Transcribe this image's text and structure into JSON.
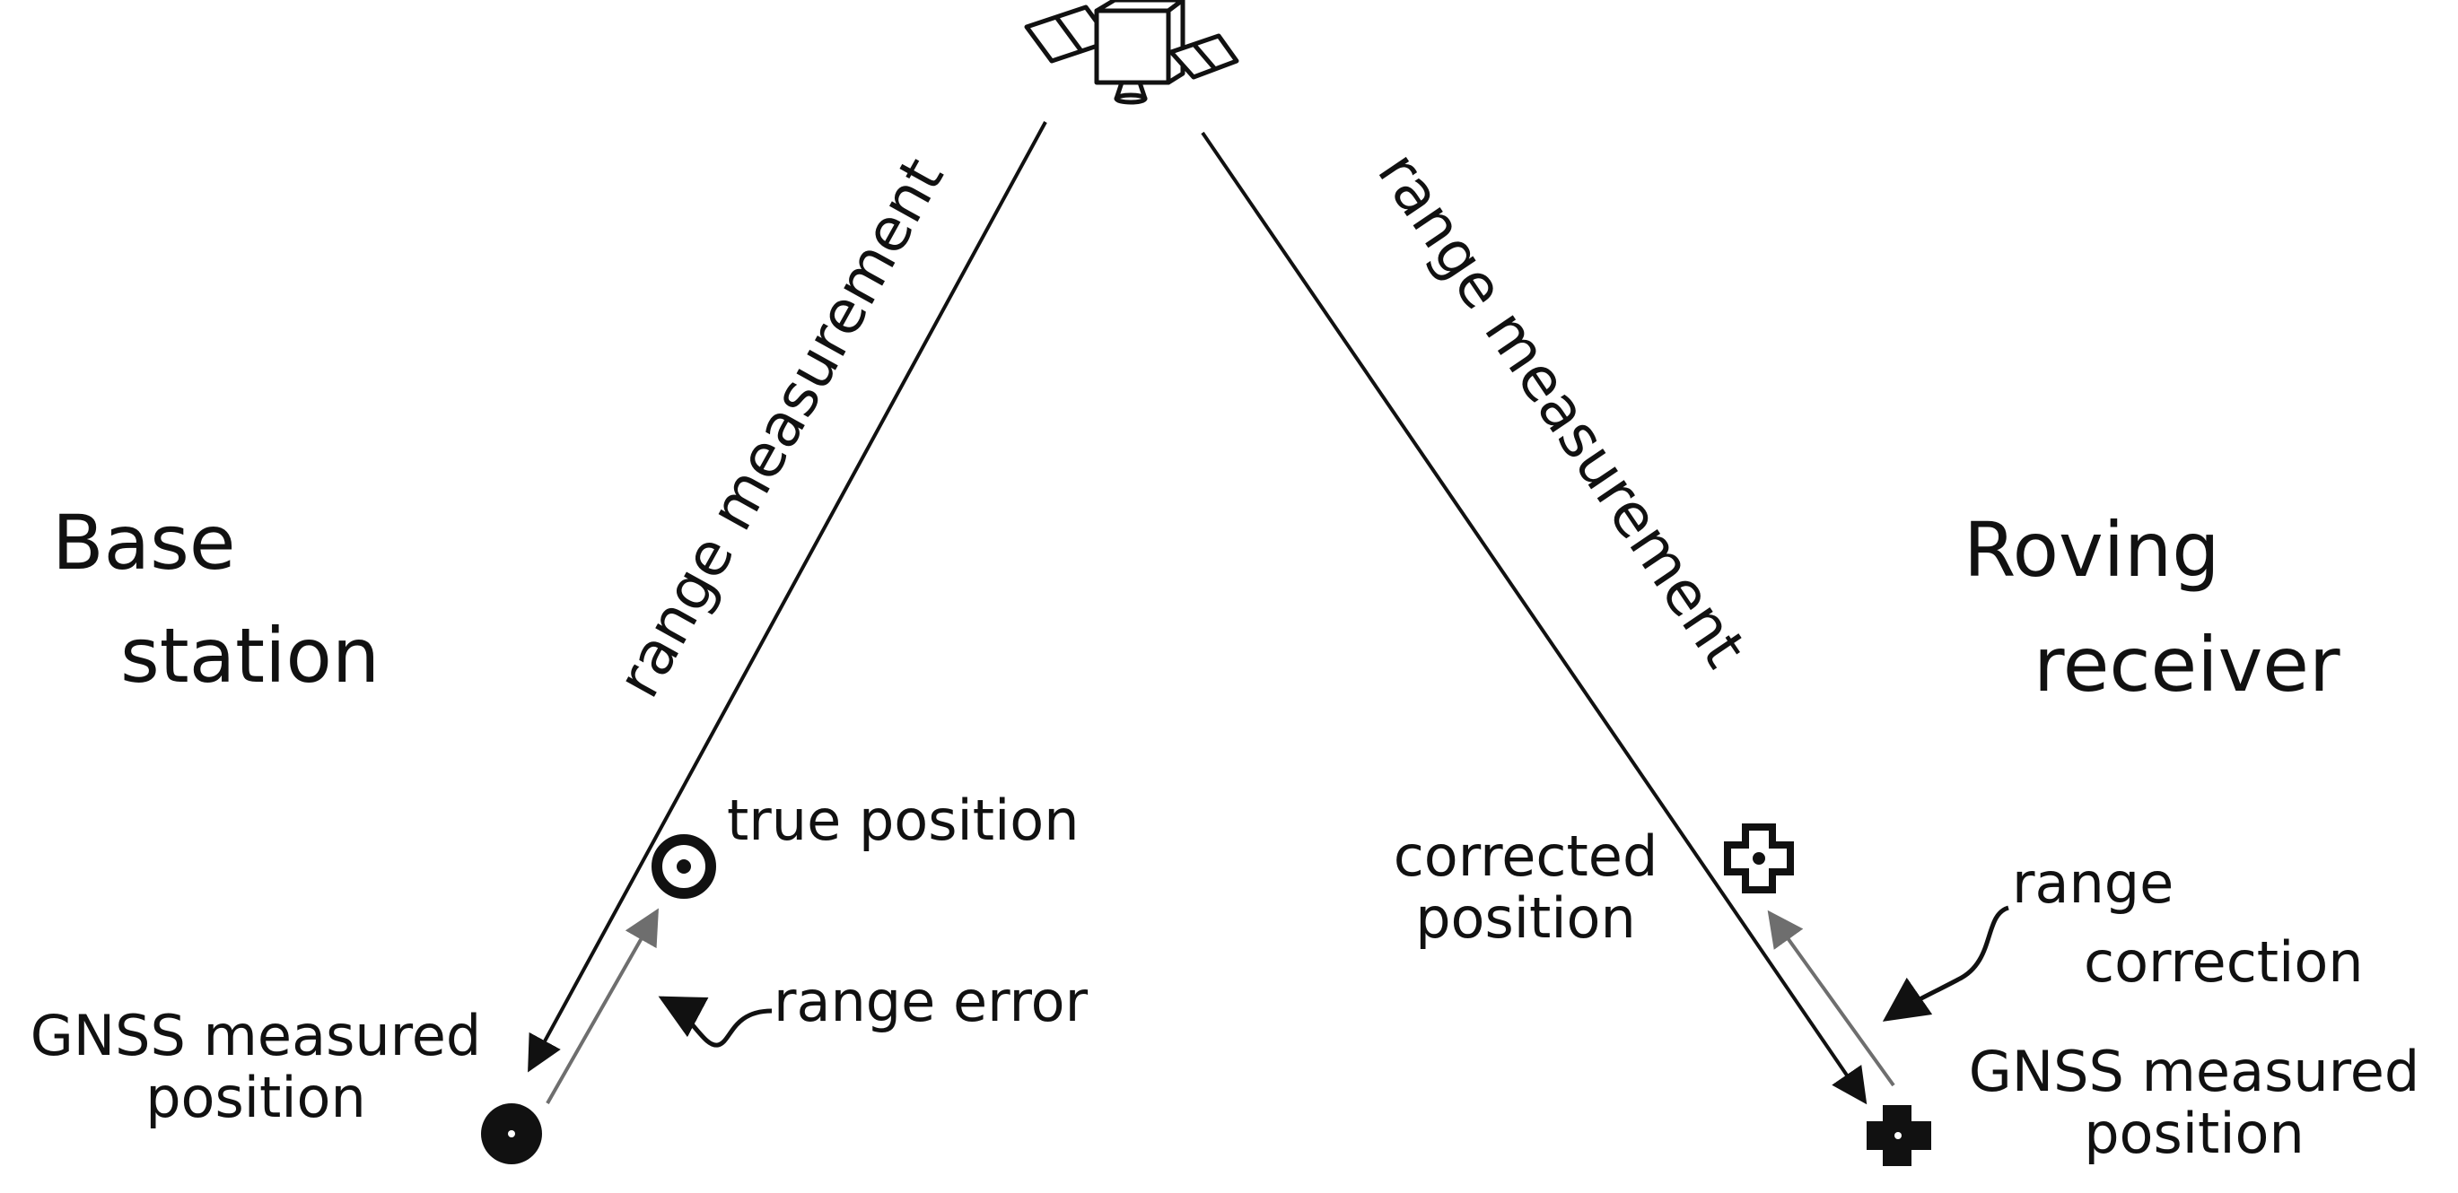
{
  "labels": {
    "base_station": [
      "Base",
      "station"
    ],
    "roving_receiver": [
      "Roving",
      "receiver"
    ],
    "range_measurement_left": "range measurement",
    "range_measurement_right": "range measurement",
    "true_position": "true position",
    "range_error": "range error",
    "gnss_left": [
      "GNSS measured",
      "position"
    ],
    "corrected_position": [
      "corrected",
      "position"
    ],
    "range_correction": [
      "range",
      "correction"
    ],
    "gnss_right": [
      "GNSS measured",
      "position"
    ]
  },
  "colors": {
    "line": "#111111",
    "arrow_gray": "#6e6e6e",
    "background": "#ffffff"
  },
  "icons": {
    "satellite": "satellite-icon",
    "true_position": "target-circle-icon",
    "gnss_left": "filled-circle-dot-icon",
    "corrected_position": "plus-outline-dot-icon",
    "gnss_right": "plus-filled-dot-icon"
  }
}
